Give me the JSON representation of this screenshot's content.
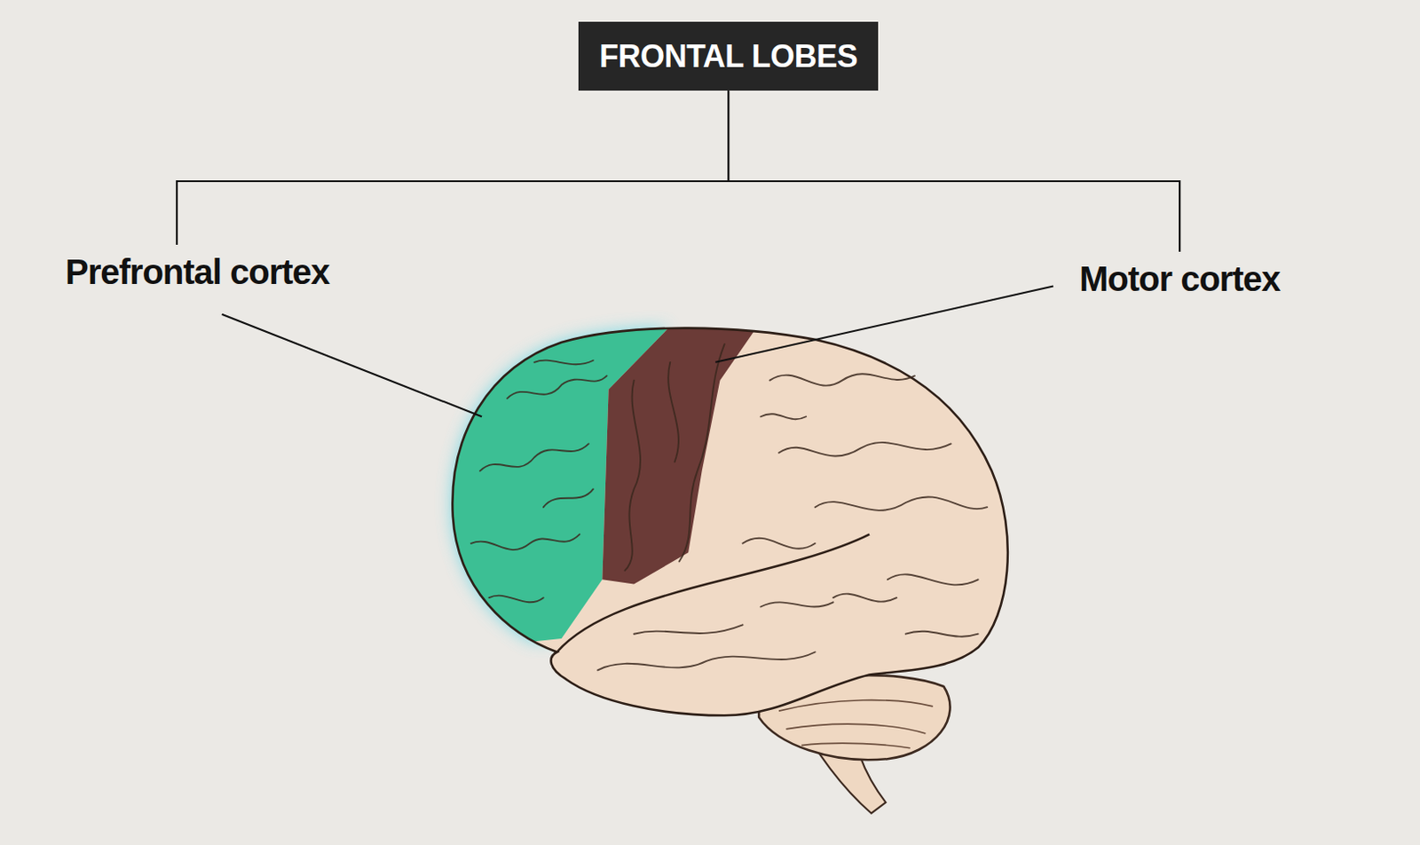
{
  "diagram": {
    "nodes": [
      {
        "text": [
          "FRONTAL LOBES"
        ]
      },
      {
        "text": [
          "Prefrontal cortex"
        ]
      },
      {
        "text": [
          "Motor cortex"
        ]
      }
    ],
    "edges": [
      {
        "from": 0,
        "to": 1,
        "arrow": "none"
      },
      {
        "from": 0,
        "to": 2,
        "arrow": "none"
      }
    ]
  }
}
